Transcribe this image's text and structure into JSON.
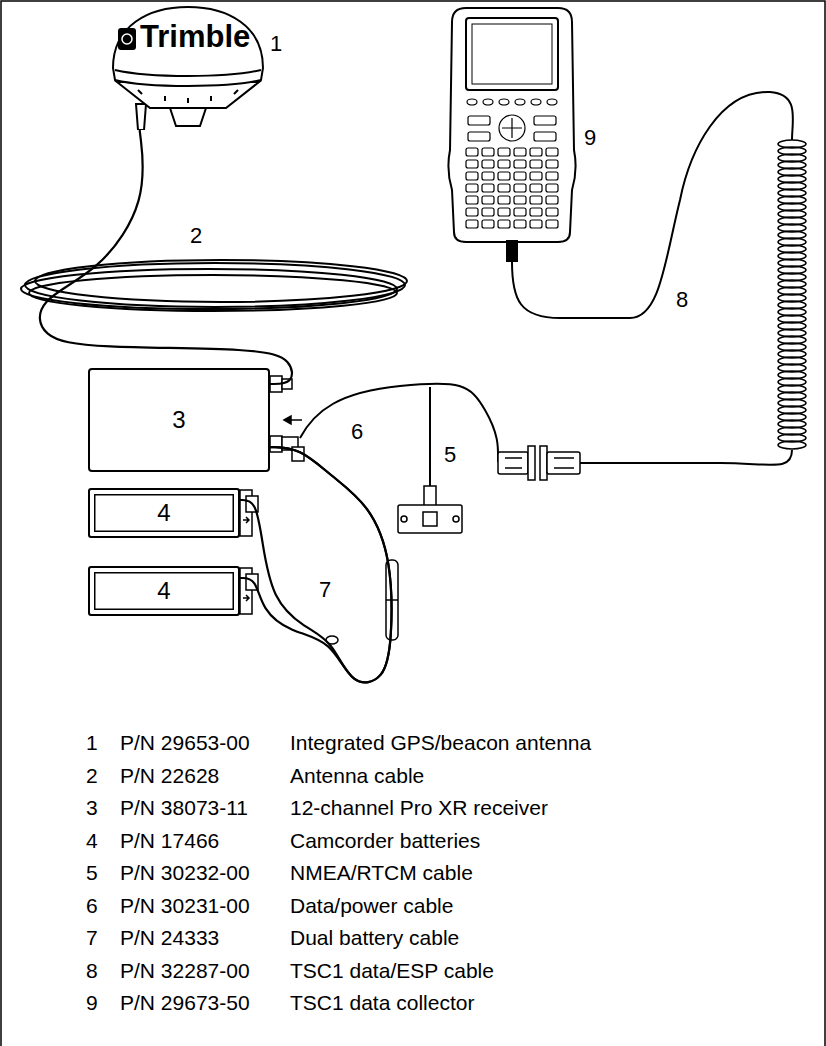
{
  "diagram": {
    "nodes": [
      {
        "text": [
          "Trimble"
        ]
      },
      {
        "text": [
          "3"
        ]
      },
      {
        "text": [
          "4"
        ]
      },
      {
        "text": [
          "4"
        ]
      }
    ],
    "edges": [
      {
        "from": 0,
        "to": 1,
        "arrow": "none"
      },
      {
        "from": 2,
        "to": 1,
        "arrow": "none"
      },
      {
        "from": 3,
        "to": 1,
        "arrow": "none"
      }
    ],
    "labels": [
      "1",
      "9",
      "2",
      "8",
      "6",
      "5",
      "7",
      "1",
      "P/N 29653-00",
      "Integrated GPS/beacon antenna",
      "2",
      "P/N 22628",
      "Antenna cable",
      "3",
      "P/N 38073-11",
      "12-channel Pro XR receiver",
      "4",
      "P/N 17466",
      "Camcorder batteries",
      "5",
      "P/N 30232-00",
      "NMEA/RTCM cable",
      "6",
      "P/N 30231-00",
      "Data/power cable",
      "7",
      "P/N 24333",
      "Dual battery cable",
      "8",
      "P/N 32287-00",
      "TSC1 data/ESP cable",
      "9",
      "P/N 29673-50",
      "TSC1 data collector"
    ]
  }
}
